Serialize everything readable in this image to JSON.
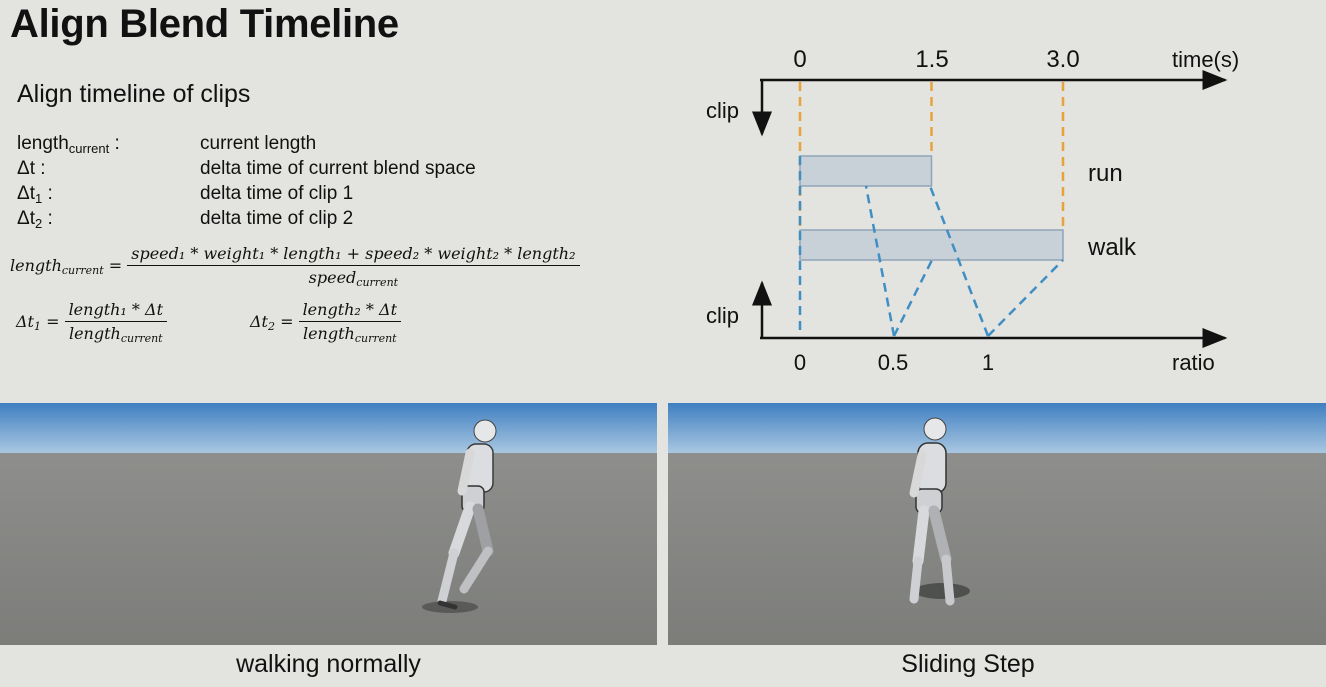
{
  "title": "Align Blend Timeline",
  "subtitle": "Align timeline of clips",
  "definitions": [
    {
      "term": "length",
      "sub": "current",
      "suffix": " :",
      "desc": "current length"
    },
    {
      "term": "Δt",
      "sub": "",
      "suffix": " :",
      "desc": "delta time of current blend space"
    },
    {
      "term": "Δt",
      "sub": "1",
      "suffix": " :",
      "desc": "delta time of clip 1"
    },
    {
      "term": "Δt",
      "sub": "2",
      "suffix": " :",
      "desc": "delta time of clip 2"
    }
  ],
  "formulas": {
    "length_current": {
      "lhs": "length",
      "lhs_sub": "current",
      "numerator": "speed₁ * weight₁ * length₁ + speed₂ * weight₂ * length₂",
      "denominator": "speed",
      "denominator_sub": "current"
    },
    "dt1": {
      "lhs": "Δt",
      "lhs_sub": "1",
      "numerator": "length₁ * Δt",
      "denominator": "length",
      "denominator_sub": "current"
    },
    "dt2": {
      "lhs": "Δt",
      "lhs_sub": "2",
      "numerator": "length₂ * Δt",
      "denominator": "length",
      "denominator_sub": "current"
    }
  },
  "diagram": {
    "time_ticks": [
      "0",
      "1.5",
      "3.0"
    ],
    "time_label": "time(s)",
    "clip_label_top": "clip",
    "clip_label_bottom": "clip",
    "ratio_ticks": [
      "0",
      "0.5",
      "1"
    ],
    "ratio_label": "ratio",
    "bars": [
      {
        "label": "run",
        "start_s": 0,
        "end_s": 1.5
      },
      {
        "label": "walk",
        "start_s": 0,
        "end_s": 3.0
      }
    ],
    "colors": {
      "bar_fill": "#c8d0d8",
      "bar_stroke": "#90a4b8",
      "time_guide": "#e8a23a",
      "ratio_guide": "#3f8fc4",
      "axis": "#111111"
    }
  },
  "captions": {
    "left": "walking normally",
    "right": "Sliding Step"
  },
  "colors": {
    "background": "#e3e3df",
    "sky_top": "#3f7fc1",
    "ground": "#8e8f8c"
  }
}
